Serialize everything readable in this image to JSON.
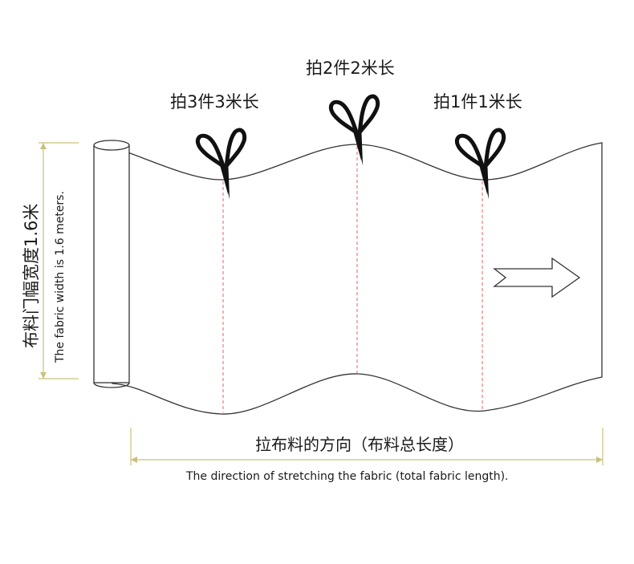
{
  "cuts": [
    {
      "label": "拍3件3米长",
      "icon": "scissors-icon"
    },
    {
      "label": "拍2件2米长",
      "icon": "scissors-icon"
    },
    {
      "label": "拍1件1米长",
      "icon": "scissors-icon"
    }
  ],
  "width": {
    "label_cn": "布料门幅宽度1.6米",
    "label_en": "The fabric width is 1.6 meters."
  },
  "length": {
    "label_cn": "拉布料的方向（布料总长度）",
    "label_en": "The direction of stretching the fabric (total fabric length)."
  },
  "colors": {
    "outline": "#333333",
    "cut_line": "#e06666",
    "dimension_line": "#c9c27a",
    "scissors": "#111111"
  }
}
